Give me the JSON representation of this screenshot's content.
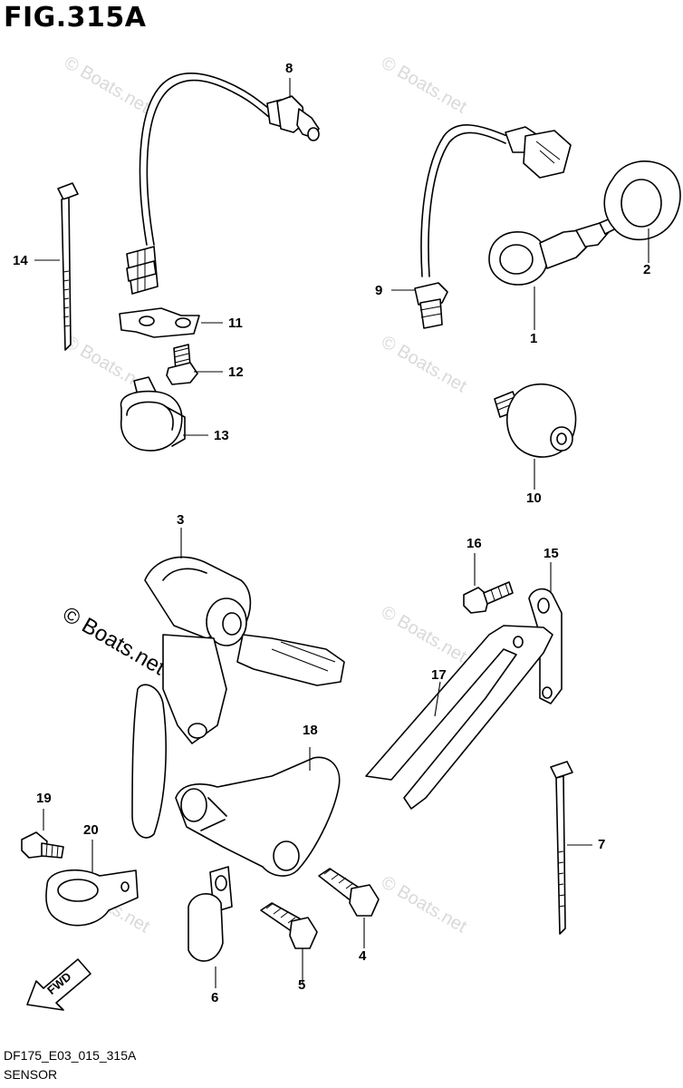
{
  "figure": {
    "title": "FIG.315A",
    "code": "DF175_E03_015_315A",
    "name": "SENSOR"
  },
  "watermark": {
    "text": "© Boats.net"
  },
  "callouts": [
    {
      "id": "c1",
      "label": "1"
    },
    {
      "id": "c2",
      "label": "2"
    },
    {
      "id": "c3",
      "label": "3"
    },
    {
      "id": "c4",
      "label": "4"
    },
    {
      "id": "c5",
      "label": "5"
    },
    {
      "id": "c6",
      "label": "6"
    },
    {
      "id": "c7",
      "label": "7"
    },
    {
      "id": "c8",
      "label": "8"
    },
    {
      "id": "c9",
      "label": "9"
    },
    {
      "id": "c10",
      "label": "10"
    },
    {
      "id": "c11",
      "label": "11"
    },
    {
      "id": "c12",
      "label": "12"
    },
    {
      "id": "c13",
      "label": "13"
    },
    {
      "id": "c14",
      "label": "14"
    },
    {
      "id": "c15",
      "label": "15"
    },
    {
      "id": "c16",
      "label": "16"
    },
    {
      "id": "c17",
      "label": "17"
    },
    {
      "id": "c18",
      "label": "18"
    },
    {
      "id": "c19",
      "label": "19"
    },
    {
      "id": "c20",
      "label": "20"
    }
  ],
  "fwd_arrow": {
    "label": "FWD"
  }
}
